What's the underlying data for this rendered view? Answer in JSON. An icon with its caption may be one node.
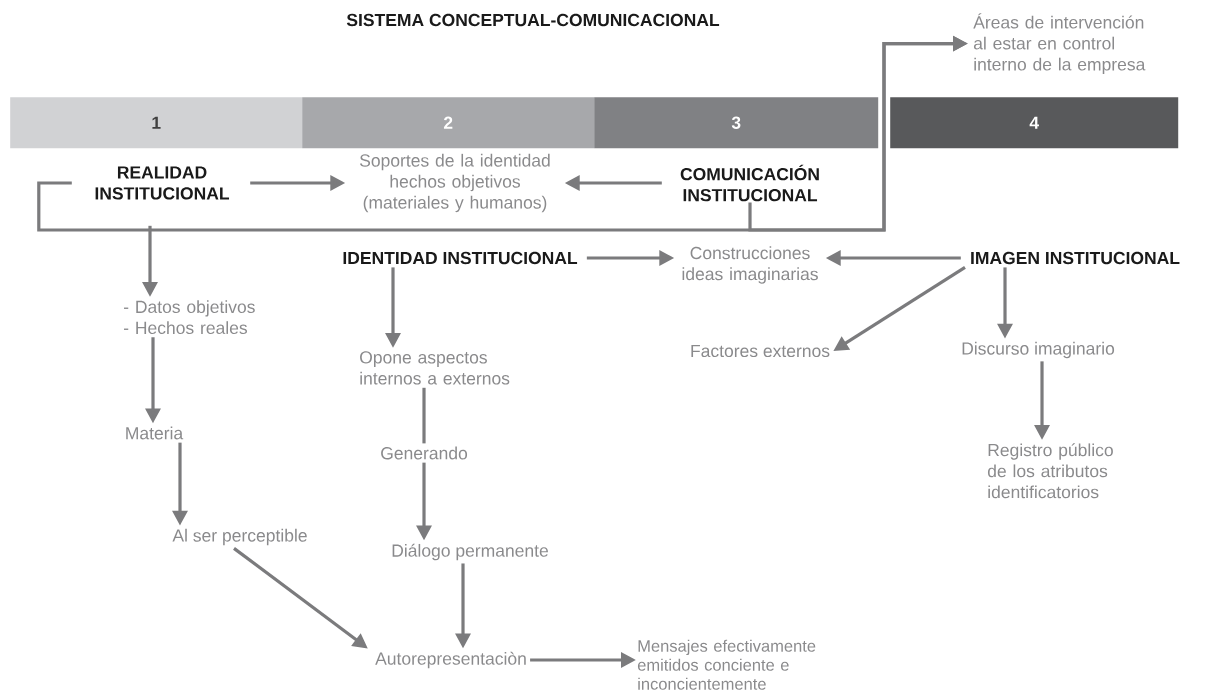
{
  "diagram": {
    "title": "SISTEMA CONCEPTUAL-COMUNICACIONAL",
    "nodes": [
      {
        "text": [
          "1"
        ]
      },
      {
        "text": [
          "2"
        ]
      },
      {
        "text": [
          "3"
        ]
      },
      {
        "text": [
          "4"
        ]
      },
      {
        "text": [
          "Áreas de intervención al estar en control interno de la empresa"
        ]
      },
      {
        "text": [
          "REALIDAD INSTITUCIONAL"
        ]
      },
      {
        "text": [
          "Soportes de la identidad hechos objetivos (materiales y humanos)"
        ]
      },
      {
        "text": [
          "COMUNICACIÓN INSTITUCIONAL"
        ]
      },
      {
        "text": [
          "IDENTIDAD INSTITUCIONAL"
        ]
      },
      {
        "text": [
          "Construcciones ideas imaginarias"
        ]
      },
      {
        "text": [
          "IMAGEN INSTITUCIONAL"
        ]
      },
      {
        "text": [
          "- Datos objetivos - Hechos reales"
        ]
      },
      {
        "text": [
          "Materia"
        ]
      },
      {
        "text": [
          "Al ser perceptible"
        ]
      },
      {
        "text": [
          "Opone aspectos internos a externos"
        ]
      },
      {
        "text": [
          "Generando"
        ]
      },
      {
        "text": [
          "Diálogo permanente"
        ]
      },
      {
        "text": [
          "Autorepresentaciòn"
        ]
      },
      {
        "text": [
          "Mensajes efectivamente emitidos conciente e inconcientemente"
        ]
      },
      {
        "text": [
          "Factores externos"
        ]
      },
      {
        "text": [
          "Discurso imaginario"
        ]
      },
      {
        "text": [
          "Registro público de los atributos identificatorios"
        ]
      }
    ],
    "edges": [
      {
        "from": 5,
        "to": 6,
        "arrow": "to"
      },
      {
        "from": 7,
        "to": 6,
        "arrow": "to"
      },
      {
        "from": 5,
        "to": 4,
        "arrow": "to"
      },
      {
        "from": 7,
        "to": 4,
        "arrow": "to"
      },
      {
        "from": 5,
        "to": 11,
        "arrow": "to"
      },
      {
        "from": 8,
        "to": 9,
        "arrow": "to"
      },
      {
        "from": 10,
        "to": 9,
        "arrow": "to"
      },
      {
        "from": 8,
        "to": 14,
        "arrow": "to"
      },
      {
        "from": 10,
        "to": 19,
        "arrow": "to"
      },
      {
        "from": 10,
        "to": 20,
        "arrow": "to"
      },
      {
        "from": 11,
        "to": 12,
        "arrow": "to"
      },
      {
        "from": 12,
        "to": 13,
        "arrow": "to"
      },
      {
        "from": 14,
        "to": 15,
        "arrow": "none"
      },
      {
        "from": 15,
        "to": 16,
        "arrow": "to"
      },
      {
        "from": 16,
        "to": 17,
        "arrow": "to"
      },
      {
        "from": 13,
        "to": 17,
        "arrow": "to"
      },
      {
        "from": 17,
        "to": 18,
        "arrow": "to"
      },
      {
        "from": 20,
        "to": 21,
        "arrow": "to"
      }
    ]
  }
}
